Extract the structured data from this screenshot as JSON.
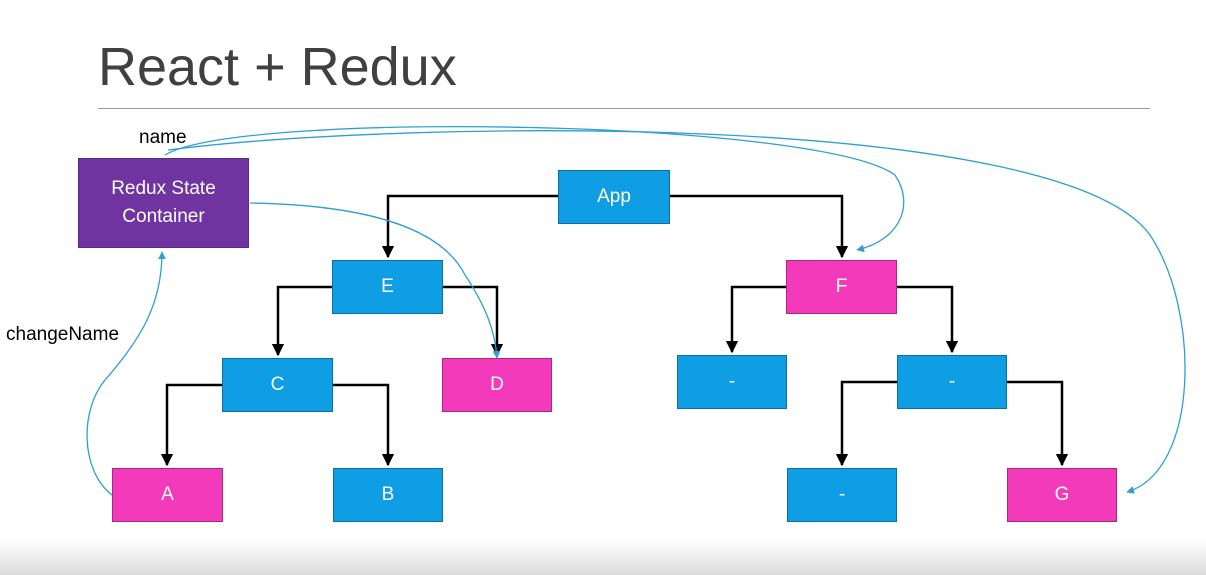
{
  "slide": {
    "title": "React + Redux"
  },
  "colors": {
    "blue": "#0f9de3",
    "pink": "#f23aba",
    "purple": "#7034a0",
    "tree_edge": "#000000",
    "flow": "#2e9fd0"
  },
  "store": {
    "line1": "Redux State",
    "line2": "Container"
  },
  "labels": {
    "name": "name",
    "changeName": "changeName"
  },
  "nodes": {
    "app": "App",
    "e": "E",
    "f": "F",
    "c": "C",
    "d": "D",
    "f_left": "-",
    "f_right": "-",
    "a": "A",
    "b": "B",
    "fr_left": "-",
    "g": "G"
  }
}
